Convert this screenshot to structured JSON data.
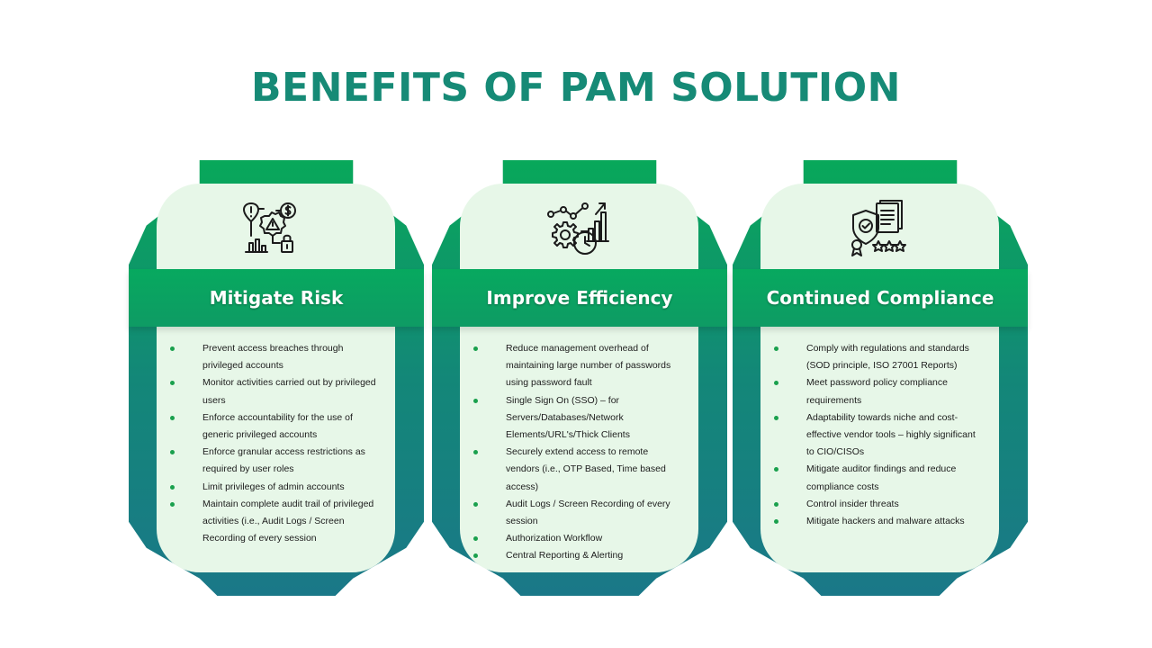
{
  "title": "BENEFITS OF PAM SOLUTION",
  "colors": {
    "title": "#168a76",
    "frame_top": "#08a85a",
    "frame_bottom": "#1a7888",
    "band": "#07a95f",
    "panel": "#e7f7e8",
    "bullet": "#1aa04d"
  },
  "cards": [
    {
      "icon": "risk-icon",
      "title": "Mitigate Risk",
      "items": [
        "Prevent access breaches through privileged accounts",
        "Monitor activities carried out by privileged users",
        "Enforce accountability for the use of generic privileged accounts",
        "Enforce granular access restrictions as required by user roles",
        "Limit privileges of admin accounts",
        "Maintain complete audit trail of privileged activities (i.e., Audit Logs / Screen Recording of every session"
      ]
    },
    {
      "icon": "efficiency-icon",
      "title": "Improve Efficiency",
      "items": [
        "Reduce management overhead of maintaining large number of passwords using password fault",
        "Single Sign On (SSO) – for Servers/Databases/Network Elements/URL's/Thick Clients",
        "Securely extend access to remote vendors (i.e., OTP Based, Time based access)",
        "Audit Logs / Screen Recording of every session",
        "Authorization Workflow",
        "Central Reporting & Alerting"
      ]
    },
    {
      "icon": "compliance-icon",
      "title": "Continued Compliance",
      "items": [
        "Comply with regulations and standards (SOD principle, ISO 27001 Reports)",
        "Meet password policy compliance requirements",
        "Adaptability towards niche and cost-effective vendor tools – highly significant to CIO/CISOs",
        "Mitigate auditor findings and reduce compliance costs",
        "Control insider threats",
        "Mitigate hackers and malware attacks"
      ]
    }
  ]
}
